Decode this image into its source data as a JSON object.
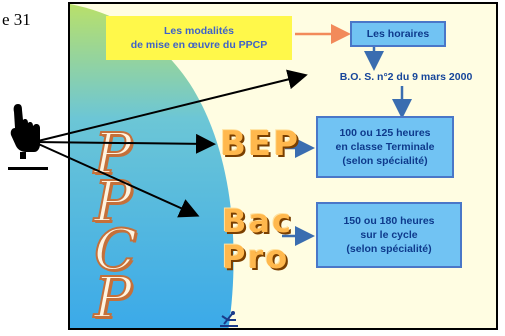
{
  "slide_number_label": "e 31",
  "modalites_box": "Les modalités\nde mise en œuvre du PPCP",
  "horaires_box": "Les horaires",
  "bo_reference": "B.O. S. n°2 du 9 mars 2000",
  "bep_label": "BEP",
  "bep_hours": "100 ou 125 heures\nen classe Terminale\n(selon spécialité)",
  "bac_label": "Bac",
  "pro_label": "Pro",
  "bacpro_hours": "150 ou 180 heures\nsur le cycle\n(selon spécialité)",
  "ppcp_letters": [
    "P",
    "P",
    "C",
    "P"
  ],
  "icons": {
    "pointer": "pointing-hand-icon",
    "corner": "climber-icon"
  },
  "colors": {
    "curve_fill_top": "#b9e06a",
    "curve_fill_bottom": "#3aa9e9",
    "box_blue": "#71c3f3",
    "box_yellow": "#fff84a",
    "arrow_blue": "#3a6db0"
  }
}
